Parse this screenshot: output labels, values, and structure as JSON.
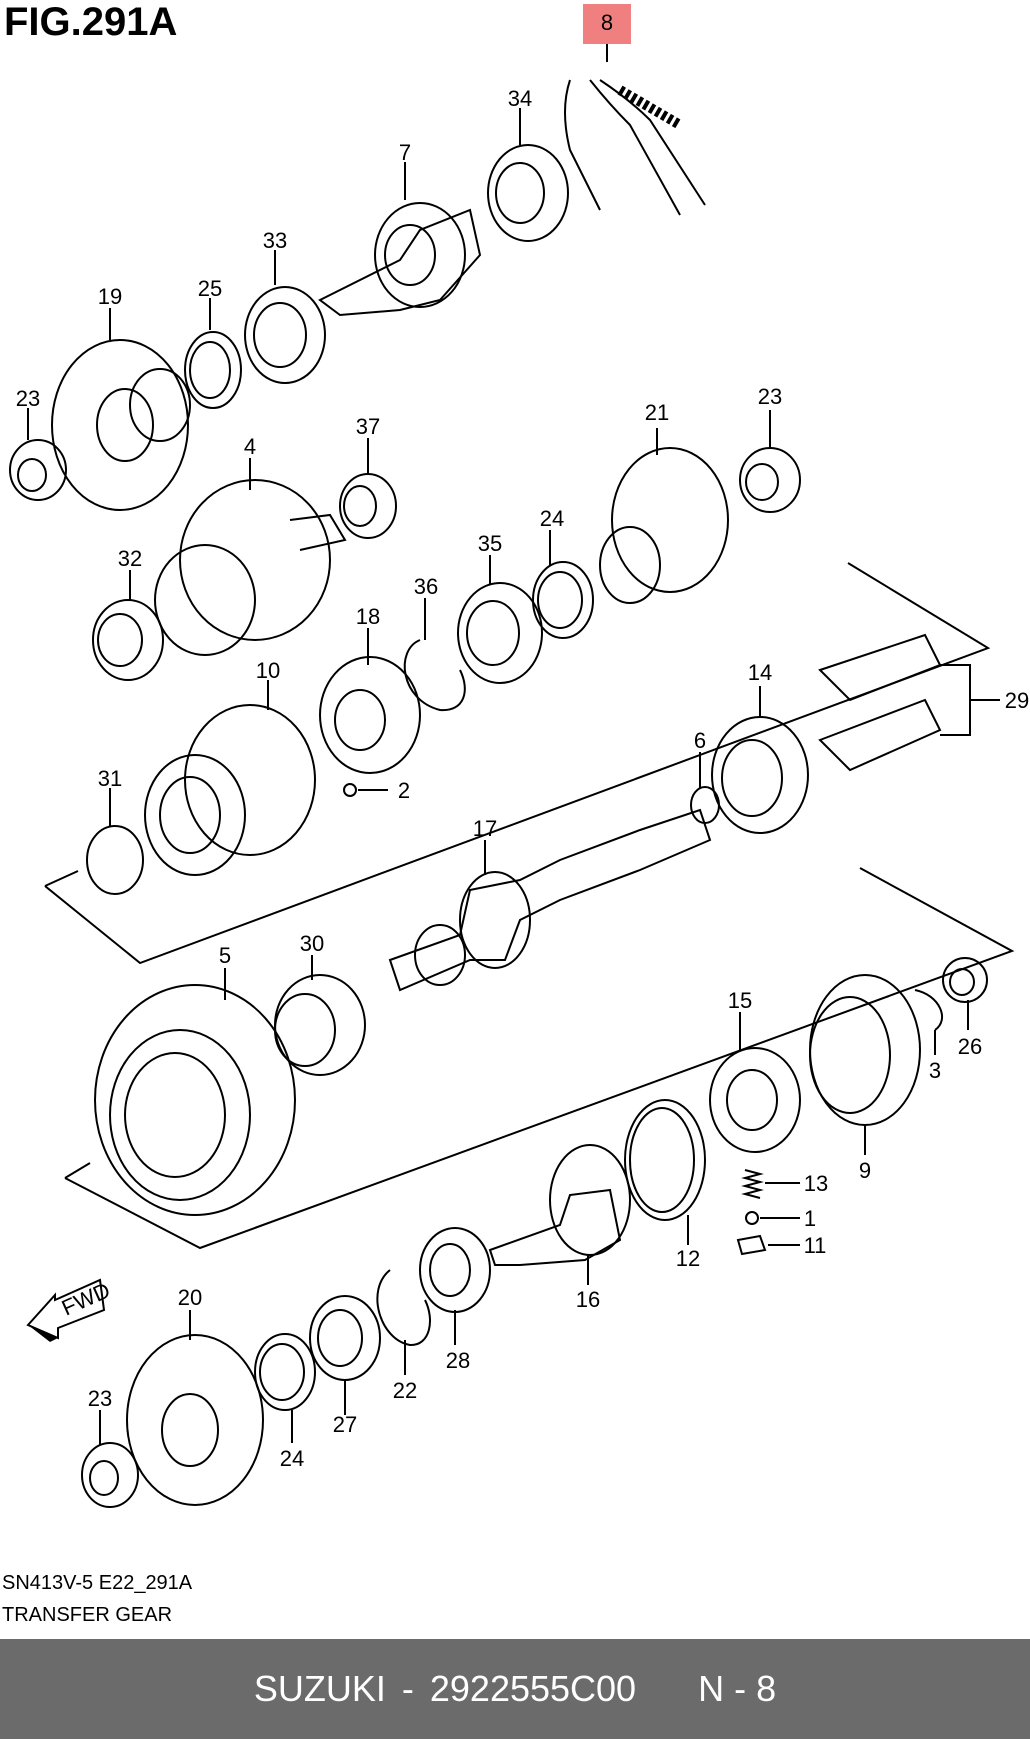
{
  "figure": {
    "title": "FIG.291A",
    "code": "SN413V-5 E22_291A",
    "name": "TRANSFER GEAR",
    "direction_label": "FWD",
    "highlight_color": "#f08080"
  },
  "callouts": [
    "8",
    "34",
    "7",
    "33",
    "25",
    "19",
    "23",
    "37",
    "4",
    "21",
    "23",
    "32",
    "35",
    "24",
    "36",
    "18",
    "10",
    "14",
    "29",
    "6",
    "31",
    "2",
    "17",
    "30",
    "5",
    "15",
    "3",
    "26",
    "9",
    "13",
    "1",
    "11",
    "12",
    "16",
    "20",
    "28",
    "22",
    "27",
    "24",
    "23"
  ],
  "footer": {
    "brand": "SUZUKI",
    "separator": "-",
    "part_number": "2922555C00",
    "position": "N - 8"
  }
}
